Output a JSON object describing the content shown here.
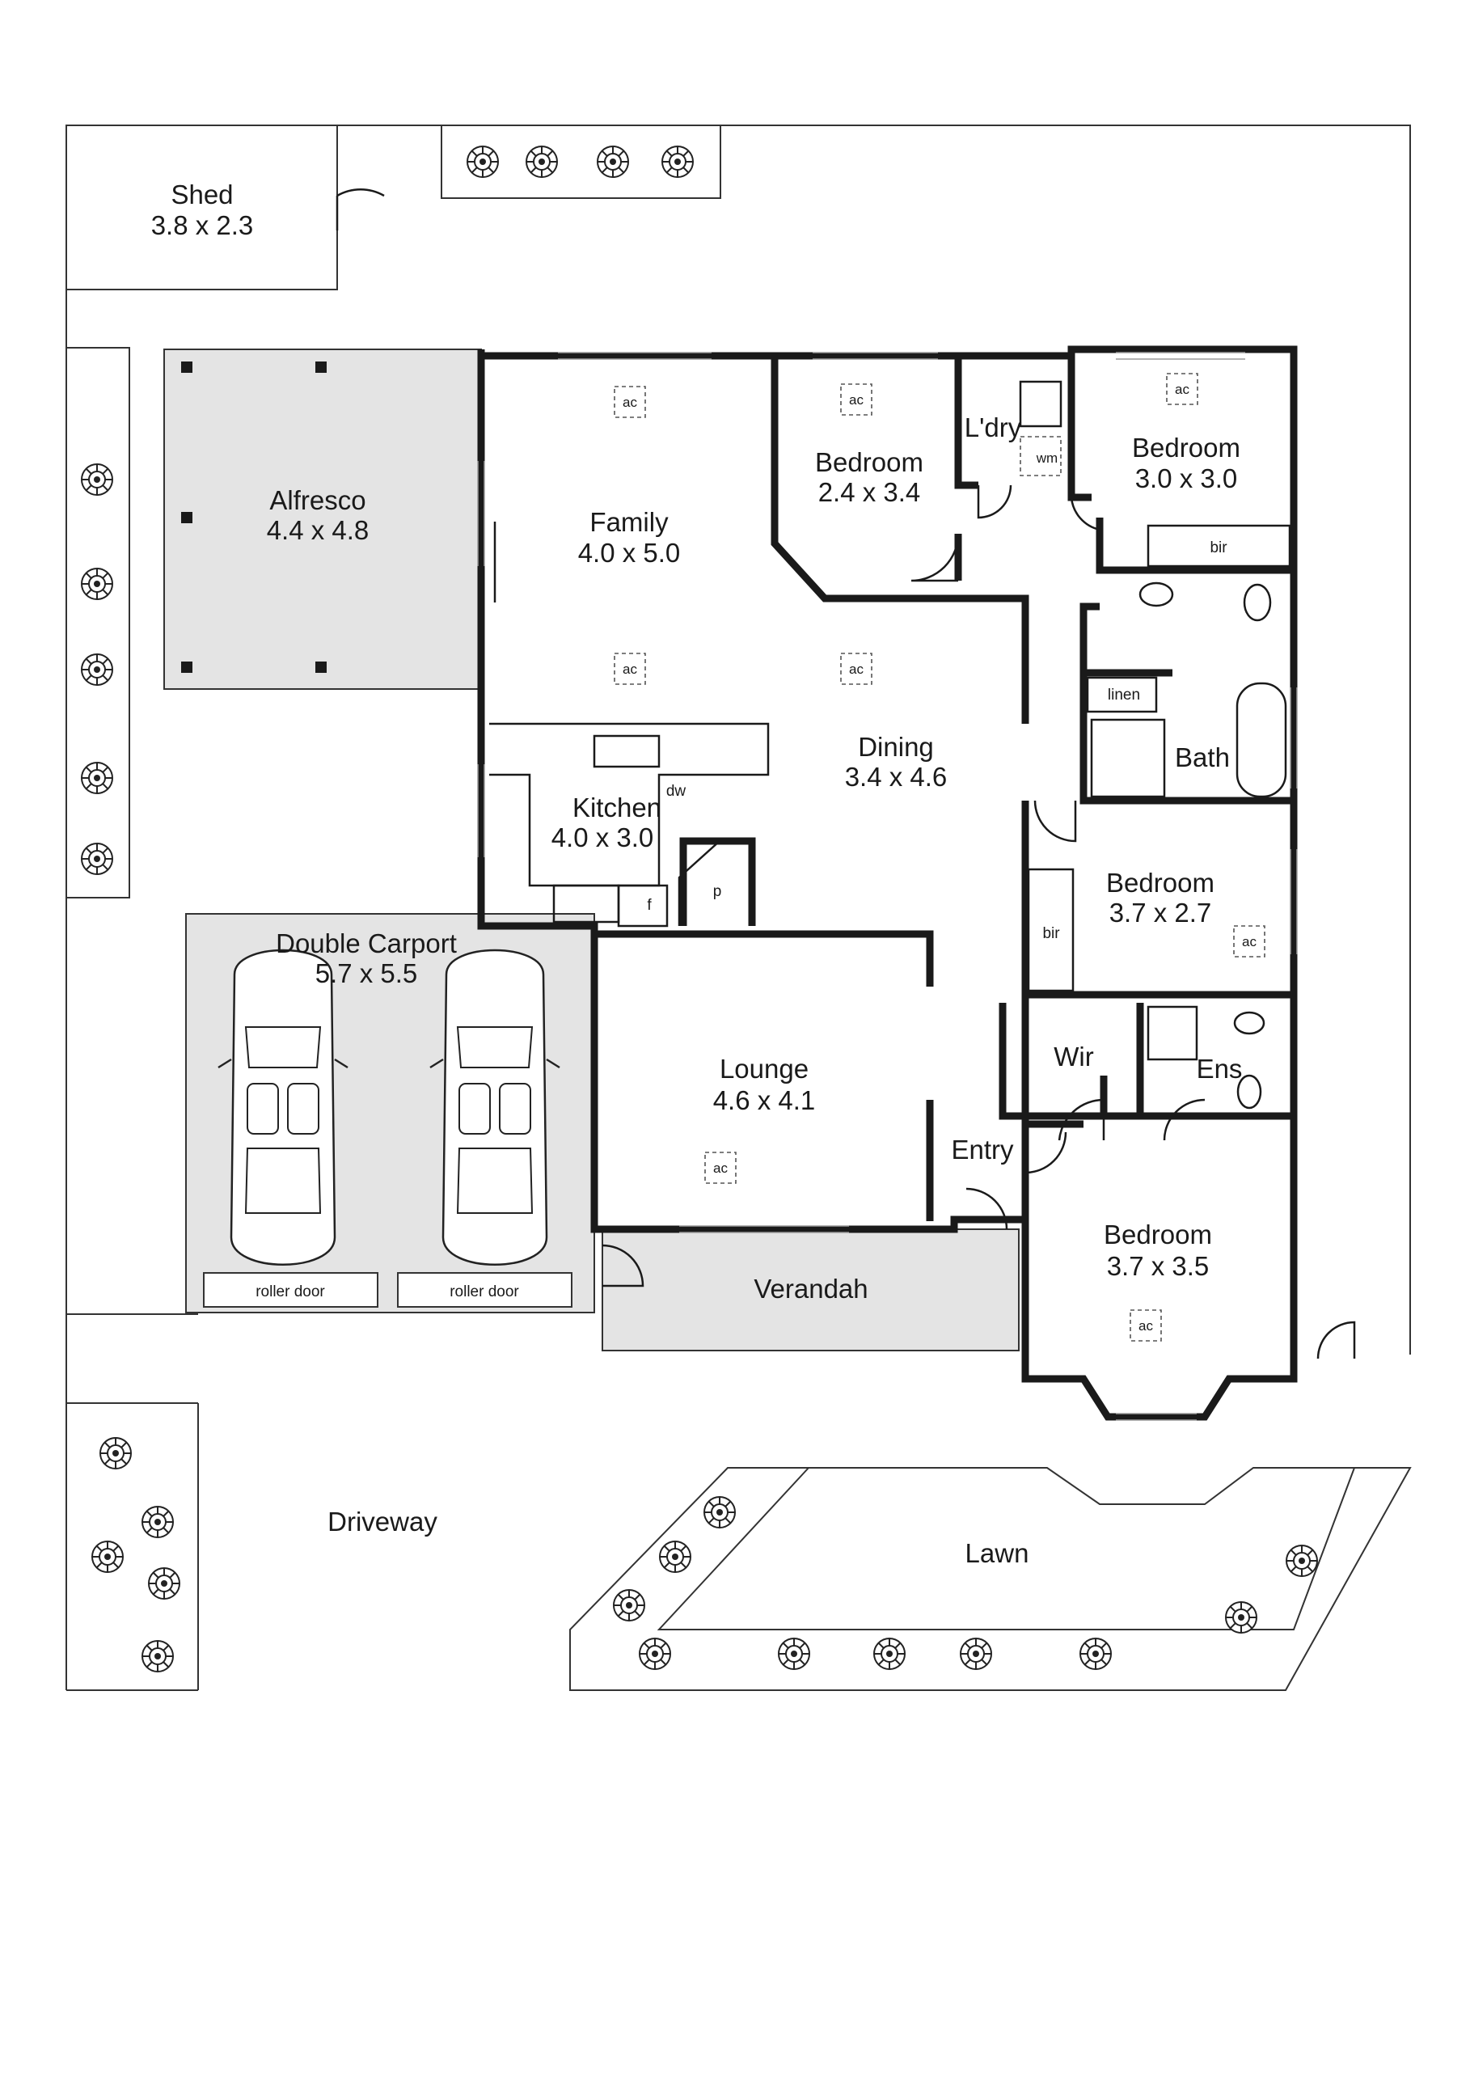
{
  "rooms": {
    "shed": {
      "name": "Shed",
      "size": "3.8 x 2.3"
    },
    "alfresco": {
      "name": "Alfresco",
      "size": "4.4 x 4.8"
    },
    "family": {
      "name": "Family",
      "size": "4.0 x 5.0"
    },
    "bedroom_small": {
      "name": "Bedroom",
      "size": "2.4 x 3.4"
    },
    "laundry": {
      "name": "L'dry"
    },
    "bedroom_ne": {
      "name": "Bedroom",
      "size": "3.0 x 3.0"
    },
    "dining": {
      "name": "Dining",
      "size": "3.4 x 4.6"
    },
    "kitchen": {
      "name": "Kitchen",
      "size": "4.0 x 3.0"
    },
    "bath": {
      "name": "Bath"
    },
    "bedroom_e": {
      "name": "Bedroom",
      "size": "3.7 x 2.7"
    },
    "carport": {
      "name": "Double Carport",
      "size": "5.7 x 5.5"
    },
    "lounge": {
      "name": "Lounge",
      "size": "4.6 x 4.1"
    },
    "wir": {
      "name": "Wir"
    },
    "ens": {
      "name": "Ens"
    },
    "entry": {
      "name": "Entry"
    },
    "bedroom_main": {
      "name": "Bedroom",
      "size": "3.7 x 3.5"
    },
    "verandah": {
      "name": "Verandah"
    },
    "driveway": {
      "name": "Driveway"
    },
    "lawn": {
      "name": "Lawn"
    }
  },
  "fixtures": {
    "ac": "ac",
    "wm": "wm",
    "bir": "bir",
    "linen": "linen",
    "dw": "dw",
    "fridge": "f",
    "pantry": "p",
    "roller_door": "roller door"
  }
}
